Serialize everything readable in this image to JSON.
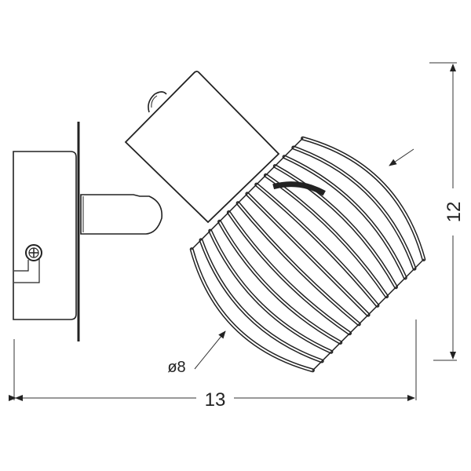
{
  "drawing": {
    "dimensions": {
      "width_label": "13",
      "height_label": "12",
      "shade_diameter_label": "ø8"
    },
    "line_color": "#1a1a1a"
  }
}
